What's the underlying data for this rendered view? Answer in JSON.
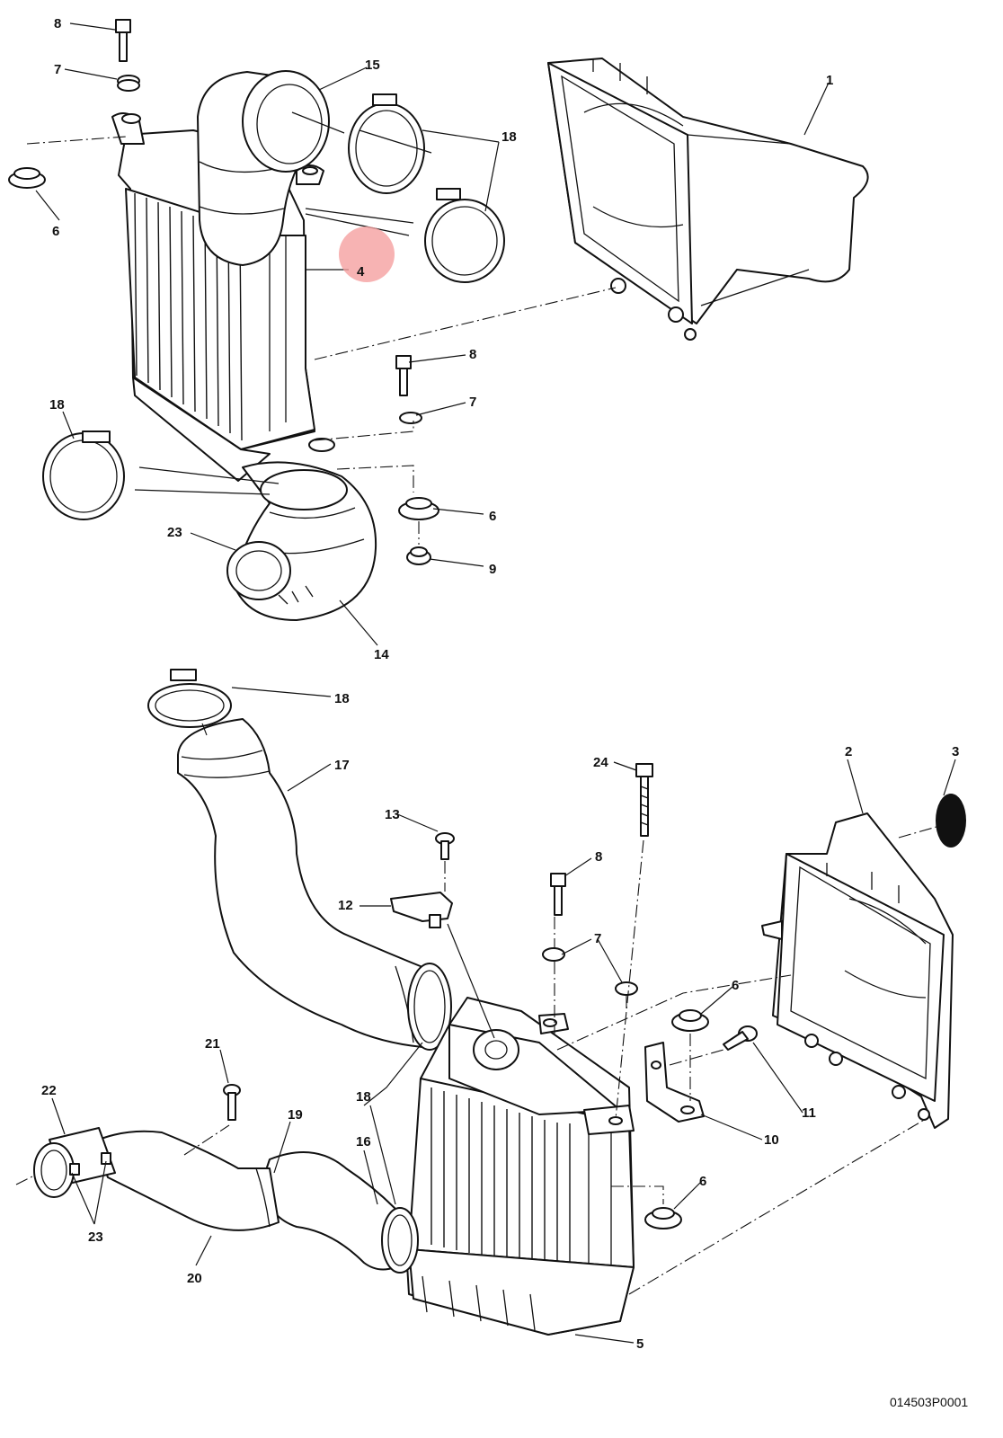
{
  "drawing_code": "014503P0001",
  "highlight": {
    "color": "#f5a0a0",
    "label": "4"
  },
  "callouts": {
    "c1": "1",
    "c2": "2",
    "c3": "3",
    "c4": "4",
    "c5": "5",
    "c6a": "6",
    "c6b": "6",
    "c6c": "6",
    "c6d": "6",
    "c7a": "7",
    "c7b": "7",
    "c7c": "7",
    "c8a": "8",
    "c8b": "8",
    "c8c": "8",
    "c9": "9",
    "c10": "10",
    "c11": "11",
    "c12": "12",
    "c13": "13",
    "c14": "14",
    "c15": "15",
    "c16": "16",
    "c17": "17",
    "c18a": "18",
    "c18b": "18",
    "c18c": "18",
    "c18d": "18",
    "c19": "19",
    "c20": "20",
    "c21": "21",
    "c22": "22",
    "c23a": "23",
    "c23b": "23",
    "c24": "24"
  }
}
